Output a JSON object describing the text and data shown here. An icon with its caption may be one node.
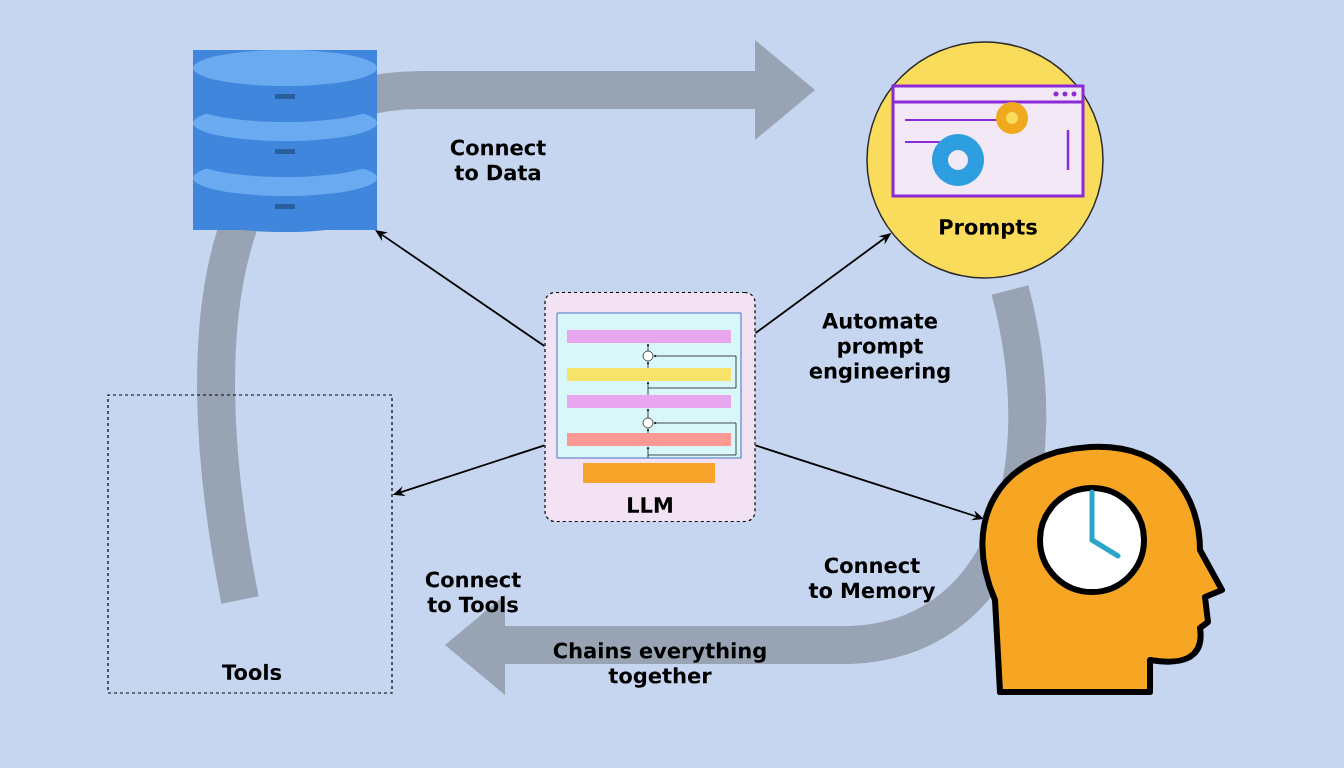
{
  "diagram": {
    "nodes": [
      {
        "text": [
          "LLM"
        ]
      },
      {
        "text": [],
        "shape": "cylinder"
      },
      {
        "text": [
          "Prompts"
        ]
      },
      {
        "text": [
          "Tools"
        ]
      },
      {
        "text": [],
        "shape": "person"
      }
    ],
    "edges": [
      {
        "from": 0,
        "to": 1,
        "arrow": "to",
        "label": "Connect to Data"
      },
      {
        "from": 0,
        "to": 2,
        "arrow": "to",
        "label": "Automate prompt engineering"
      },
      {
        "from": 0,
        "to": 3,
        "arrow": "to",
        "label": "Connect to Tools"
      },
      {
        "from": 0,
        "to": 4,
        "arrow": "to",
        "label": "Connect to Memory"
      }
    ],
    "labels": [
      "Chains everything together"
    ]
  }
}
